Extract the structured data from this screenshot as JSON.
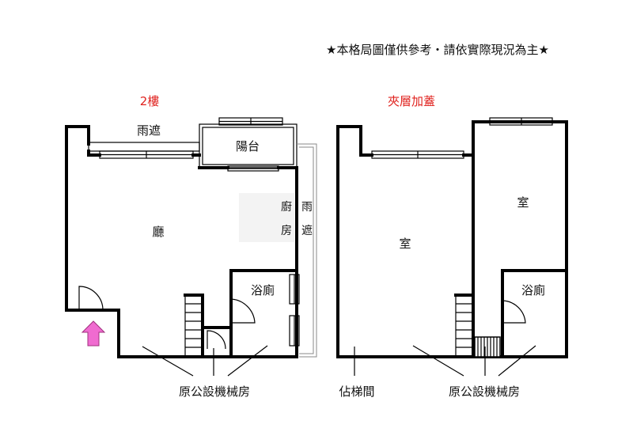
{
  "notice": "★本格局圖僅供參考・請依實際現況為主★",
  "floor2": {
    "title": "2樓",
    "rain_shelter_top": "雨遮",
    "balcony": "陽台",
    "living": "廳",
    "kitchen_1": "廚",
    "kitchen_2": "房",
    "rain_shelter_side_1": "雨",
    "rain_shelter_side_2": "遮",
    "bathroom": "浴廁",
    "mech_room": "原公設機械房"
  },
  "mezzanine": {
    "title": "夾層加蓋",
    "room_left": "室",
    "room_right": "室",
    "bathroom": "浴廁",
    "stair_space": "佔梯間",
    "mech_room": "原公設機械房"
  },
  "colors": {
    "title_red": "#e0231f",
    "entrance_arrow": "#f06bd0",
    "wall": "#000000"
  }
}
